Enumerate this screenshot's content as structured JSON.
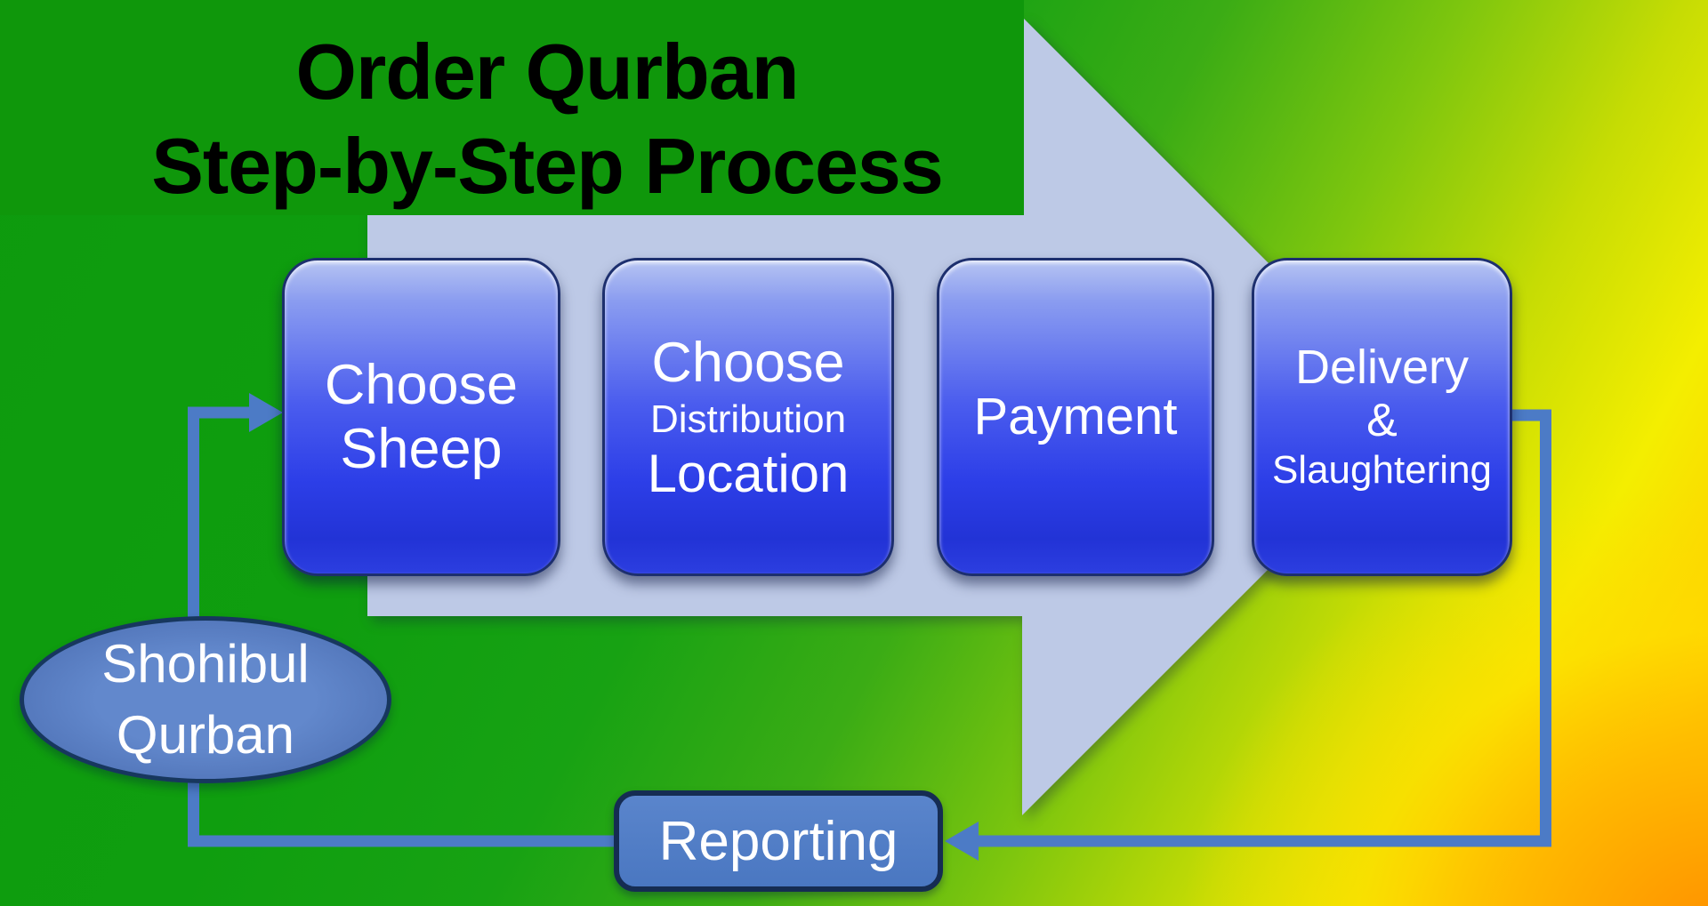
{
  "slide": {
    "title_line1": "Order Qurban",
    "title_line2": "Step-by-Step Process"
  },
  "steps": {
    "step1": {
      "line1": "Choose",
      "line2": "Sheep"
    },
    "step2": {
      "line1": "Choose",
      "line2": "Distribution",
      "line3": "Location"
    },
    "step3": {
      "line1": "Payment"
    },
    "step4": {
      "line1": "Delivery",
      "line2": "&",
      "line3": "Slaughtering"
    }
  },
  "actor": {
    "line1": "Shohibul",
    "line2": "Qurban"
  },
  "reporting": {
    "label": "Reporting"
  },
  "colors": {
    "title_panel_green": "#0f970b",
    "background_green": "#0d9a0d",
    "background_yellow": "#f4ee00",
    "background_orange": "#ff8e00",
    "arrow_fill": "#bdc9e6",
    "connector_blue": "#4c7bc6",
    "step_box_blue": "#2d3fe8",
    "step_box_highlight": "#b6c4f2",
    "actor_ellipse_fill": "#5b80c4",
    "reporting_fill": "#4d7ac4",
    "shape_border_navy": "#17375e",
    "title_text": "#000000",
    "shape_text": "#ffffff"
  }
}
